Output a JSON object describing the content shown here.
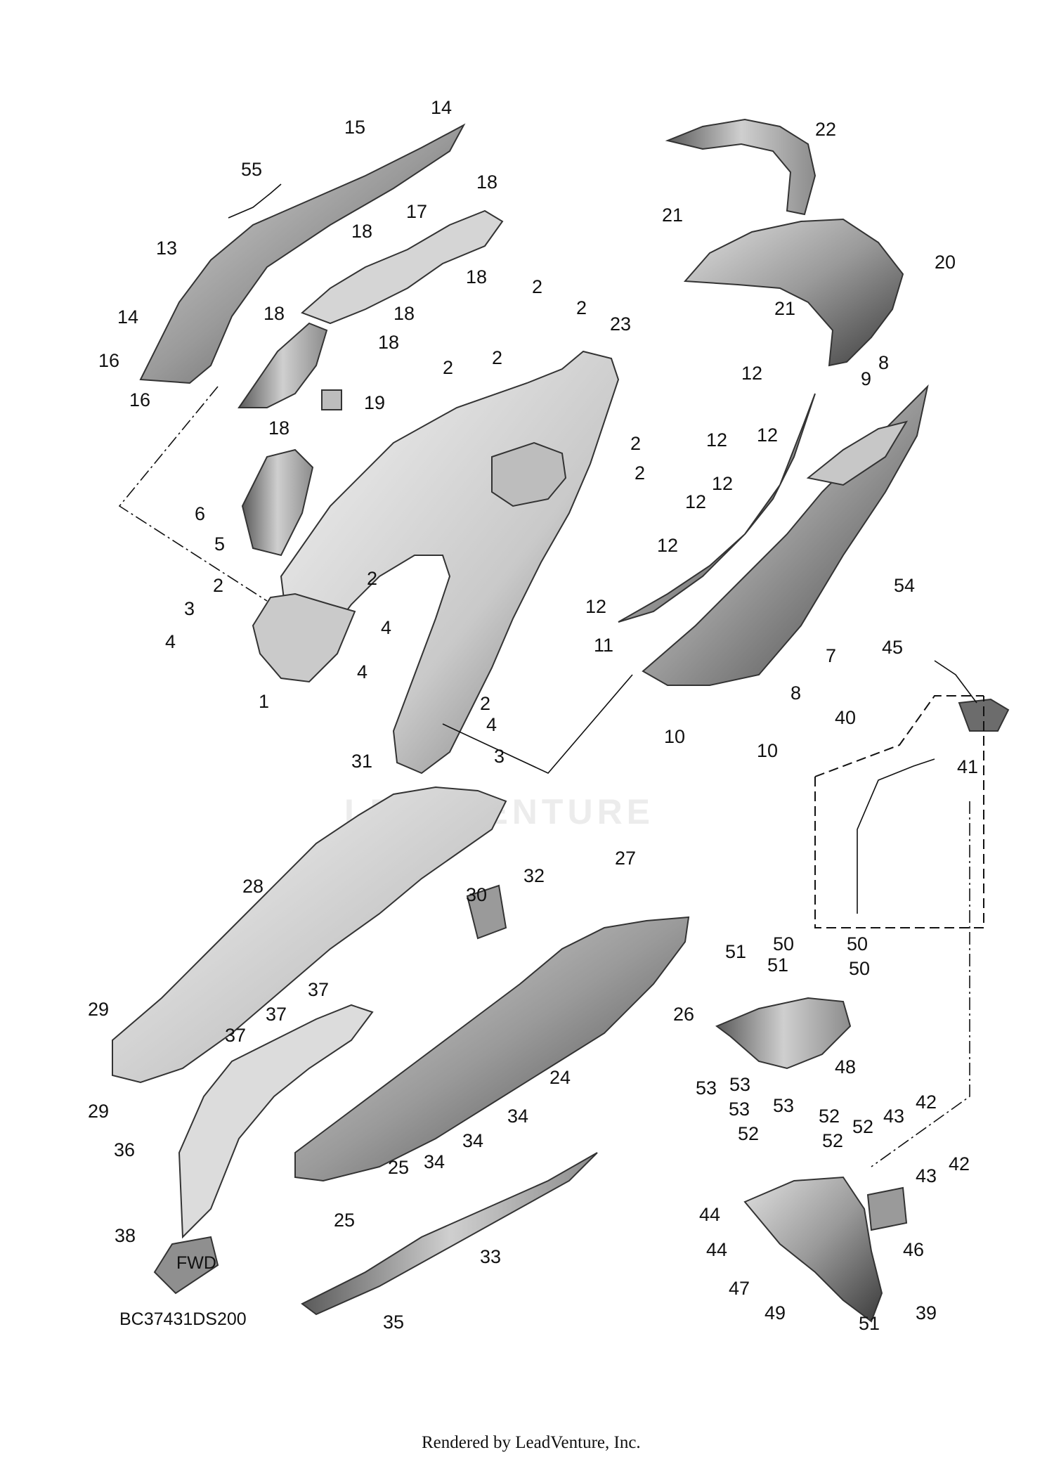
{
  "diagram_code": "BC37431DS200",
  "footer": "Rendered by LeadVenture, Inc.",
  "watermark": "LEADVENTURE",
  "fwd_label": "FWD",
  "callouts": {
    "c1": "1",
    "c2": "2",
    "c3": "3",
    "c4": "4",
    "c5": "5",
    "c6": "6",
    "c7": "7",
    "c8": "8",
    "c9": "9",
    "c10": "10",
    "c11": "11",
    "c12": "12",
    "c13": "13",
    "c14": "14",
    "c15": "15",
    "c16": "16",
    "c17": "17",
    "c18": "18",
    "c19": "19",
    "c20": "20",
    "c21": "21",
    "c22": "22",
    "c23": "23",
    "c24": "24",
    "c25": "25",
    "c26": "26",
    "c27": "27",
    "c28": "28",
    "c29": "29",
    "c30": "30",
    "c31": "31",
    "c32": "32",
    "c33": "33",
    "c34": "34",
    "c35": "35",
    "c36": "36",
    "c37": "37",
    "c38": "38",
    "c39": "39",
    "c40": "40",
    "c41": "41",
    "c42": "42",
    "c43": "43",
    "c44": "44",
    "c45": "45",
    "c46": "46",
    "c47": "47",
    "c48": "48",
    "c49": "49",
    "c50": "50",
    "c51": "51",
    "c52": "52",
    "c53": "53",
    "c54": "54",
    "c55": "55"
  }
}
